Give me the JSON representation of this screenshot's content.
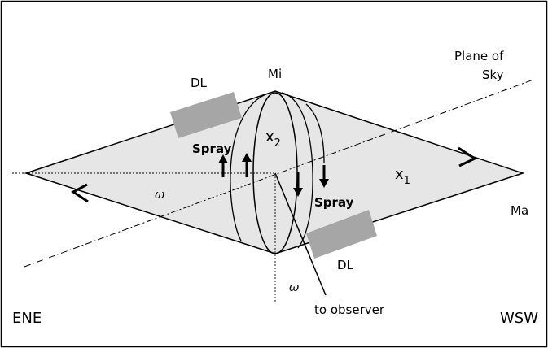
{
  "labels": {
    "plane_of_sky_line1": "Plane of",
    "plane_of_sky_line2": "Sky",
    "mi": "Mi",
    "ma": "Ma",
    "dl_top": "DL",
    "dl_bottom": "DL",
    "spray_left": "Spray",
    "spray_right": "Spray",
    "x2_base": "x",
    "x2_sub": "2",
    "x1_base": "x",
    "x1_sub": "1",
    "omega_left": "ω",
    "omega_bottom": "ω",
    "to_observer": "to observer",
    "ene": "ENE",
    "wsw": "WSW"
  },
  "colors": {
    "disk_fill": "#e6e6e6",
    "dl_fill": "#a6a6a6",
    "line": "#000000"
  }
}
